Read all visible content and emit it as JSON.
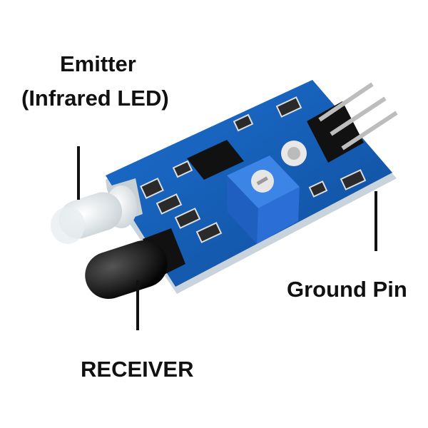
{
  "labels": {
    "emitter_title": "Emitter",
    "emitter_subtitle": "(Infrared LED)",
    "ground_pin": "Ground Pin",
    "receiver": "RECEIVER"
  },
  "colors": {
    "pcb_blue": "#1560b8",
    "pot_blue": "#2b6fd6",
    "leader_line": "#111111"
  }
}
